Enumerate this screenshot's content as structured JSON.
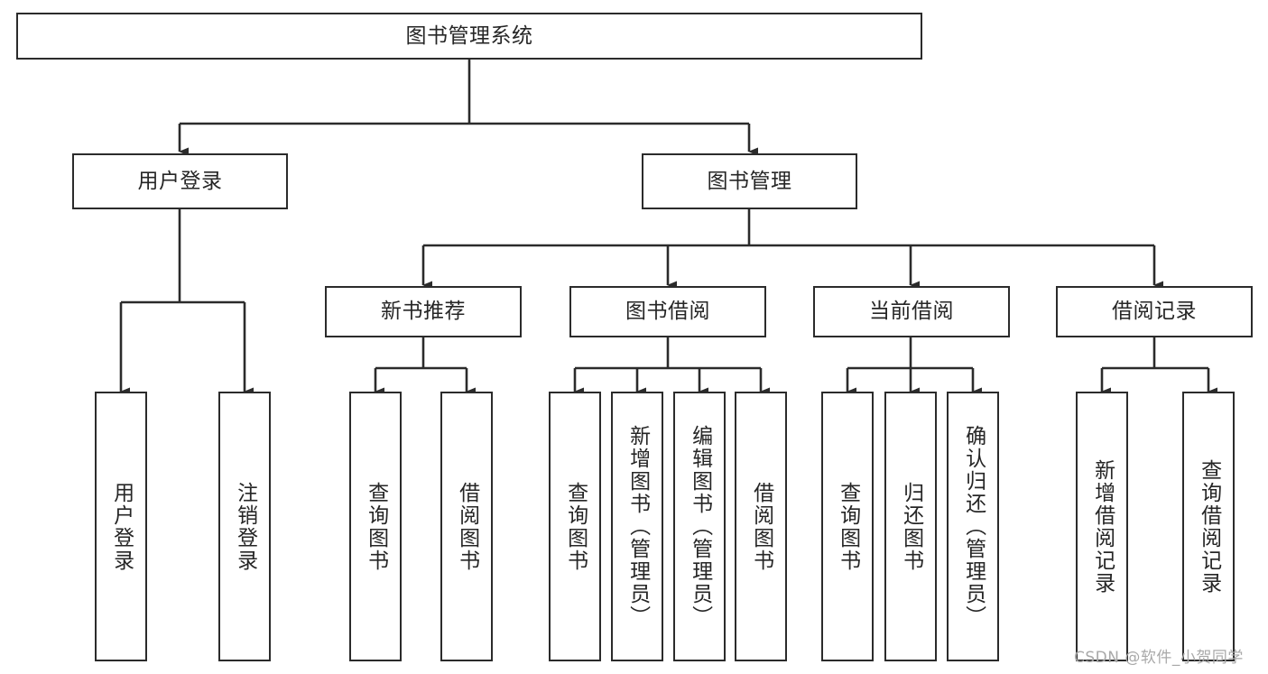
{
  "diagram": {
    "type": "tree",
    "title": "图书管理系统",
    "orientation": "top-down",
    "colors": {
      "node_border": "#2b2b2b",
      "node_fill": "#ffffff",
      "edge": "#2b2b2b",
      "text": "#262626",
      "watermark": "#a9a9a9"
    },
    "watermark": "CSDN @软件_小贺同学"
  },
  "nodes": {
    "root": {
      "label": "图书管理系统",
      "level": 1
    },
    "level2": [
      {
        "id": "user-login",
        "label": "用户登录"
      },
      {
        "id": "book-management",
        "label": "图书管理"
      }
    ],
    "level3": [
      {
        "id": "new-book-recommend",
        "label": "新书推荐",
        "parent": "book-management"
      },
      {
        "id": "book-borrow",
        "label": "图书借阅",
        "parent": "book-management"
      },
      {
        "id": "current-borrow",
        "label": "当前借阅",
        "parent": "book-management"
      },
      {
        "id": "borrow-record",
        "label": "借阅记录",
        "parent": "book-management"
      }
    ],
    "leaves": {
      "user-login": [
        {
          "id": "leaf-user-login",
          "label": "用户登录"
        },
        {
          "id": "leaf-logout-login",
          "label": "注销登录"
        }
      ],
      "new-book-recommend": [
        {
          "id": "leaf-query-book-1",
          "label": "查询图书"
        },
        {
          "id": "leaf-borrow-book-1",
          "label": "借阅图书"
        }
      ],
      "book-borrow": [
        {
          "id": "leaf-query-book-2",
          "label": "查询图书"
        },
        {
          "id": "leaf-add-book",
          "label": "新增图书（管理员）"
        },
        {
          "id": "leaf-edit-book",
          "label": "编辑图书（管理员）"
        },
        {
          "id": "leaf-borrow-book-2",
          "label": "借阅图书"
        }
      ],
      "current-borrow": [
        {
          "id": "leaf-query-book-3",
          "label": "查询图书"
        },
        {
          "id": "leaf-return-book",
          "label": "归还图书"
        },
        {
          "id": "leaf-confirm-return",
          "label": "确认归还（管理员）"
        }
      ],
      "borrow-record": [
        {
          "id": "leaf-add-record",
          "label": "新增借阅记录"
        },
        {
          "id": "leaf-query-record",
          "label": "查询借阅记录"
        }
      ]
    }
  }
}
